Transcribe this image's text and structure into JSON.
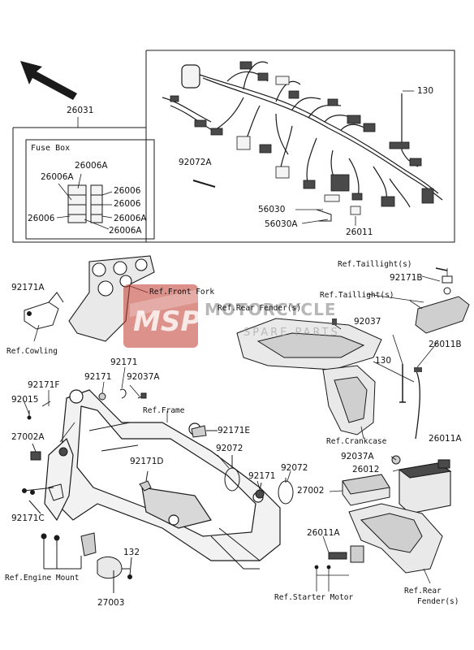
{
  "logo": {
    "brand": "MSP",
    "text1": "MOTORCYCLE",
    "text2": "SPARE PARTS",
    "color_primary": "#c0392b",
    "color_text": "#9a9a9a"
  },
  "fuse_box": {
    "title": "Fuse Box"
  },
  "part_numbers": {
    "p26031": "26031",
    "p130_top": "130",
    "p92072A": "92072A",
    "p26006A_top": "26006A",
    "p26006A_left": "26006A",
    "p26006_r1": "26006",
    "p26006_r2": "26006",
    "p26006_left": "26006",
    "p26006A_r3": "26006A",
    "p26006A_bottom": "26006A",
    "p56030": "56030",
    "p56030A": "56030A",
    "p26011": "26011",
    "p92171A": "92171A",
    "p92171B": "92171B",
    "p92037": "92037",
    "p130_mid": "130",
    "p26011B": "26011B",
    "p92171_a": "92171",
    "p92171_b": "92171",
    "p92037A_top": "92037A",
    "p92171F": "92171F",
    "p92015": "92015",
    "p27002A": "27002A",
    "p92171E": "92171E",
    "p92072_a": "92072",
    "p92171D": "92171D",
    "p92171_c": "92171",
    "p92072_b": "92072",
    "p92171C": "92171C",
    "p26011A_right": "26011A",
    "p92037A_right": "92037A",
    "p26012": "26012",
    "p27002": "27002",
    "p26011A_bottom": "26011A",
    "p132": "132",
    "p27003": "27003"
  },
  "references": {
    "taillight_1": "Ref.Taillight(s)",
    "taillight_2": "Ref.Taillight(s)",
    "front_fork": "Ref.Front Fork",
    "rear_fender_top": "Ref.Rear Fender(s)",
    "cowling": "Ref.Cowling",
    "frame": "Ref.Frame",
    "crankcase": "Ref.Crankcase",
    "engine_mount": "Ref.Engine Mount",
    "starter_motor": "Ref.Starter Motor",
    "rear_fender_bottom_1": "Ref.Rear",
    "rear_fender_bottom_2": "Fender(s)"
  },
  "colors": {
    "line": "#1a1a1a",
    "part_fill": "#e9e9e9",
    "part_dark": "#4a4a4a"
  }
}
